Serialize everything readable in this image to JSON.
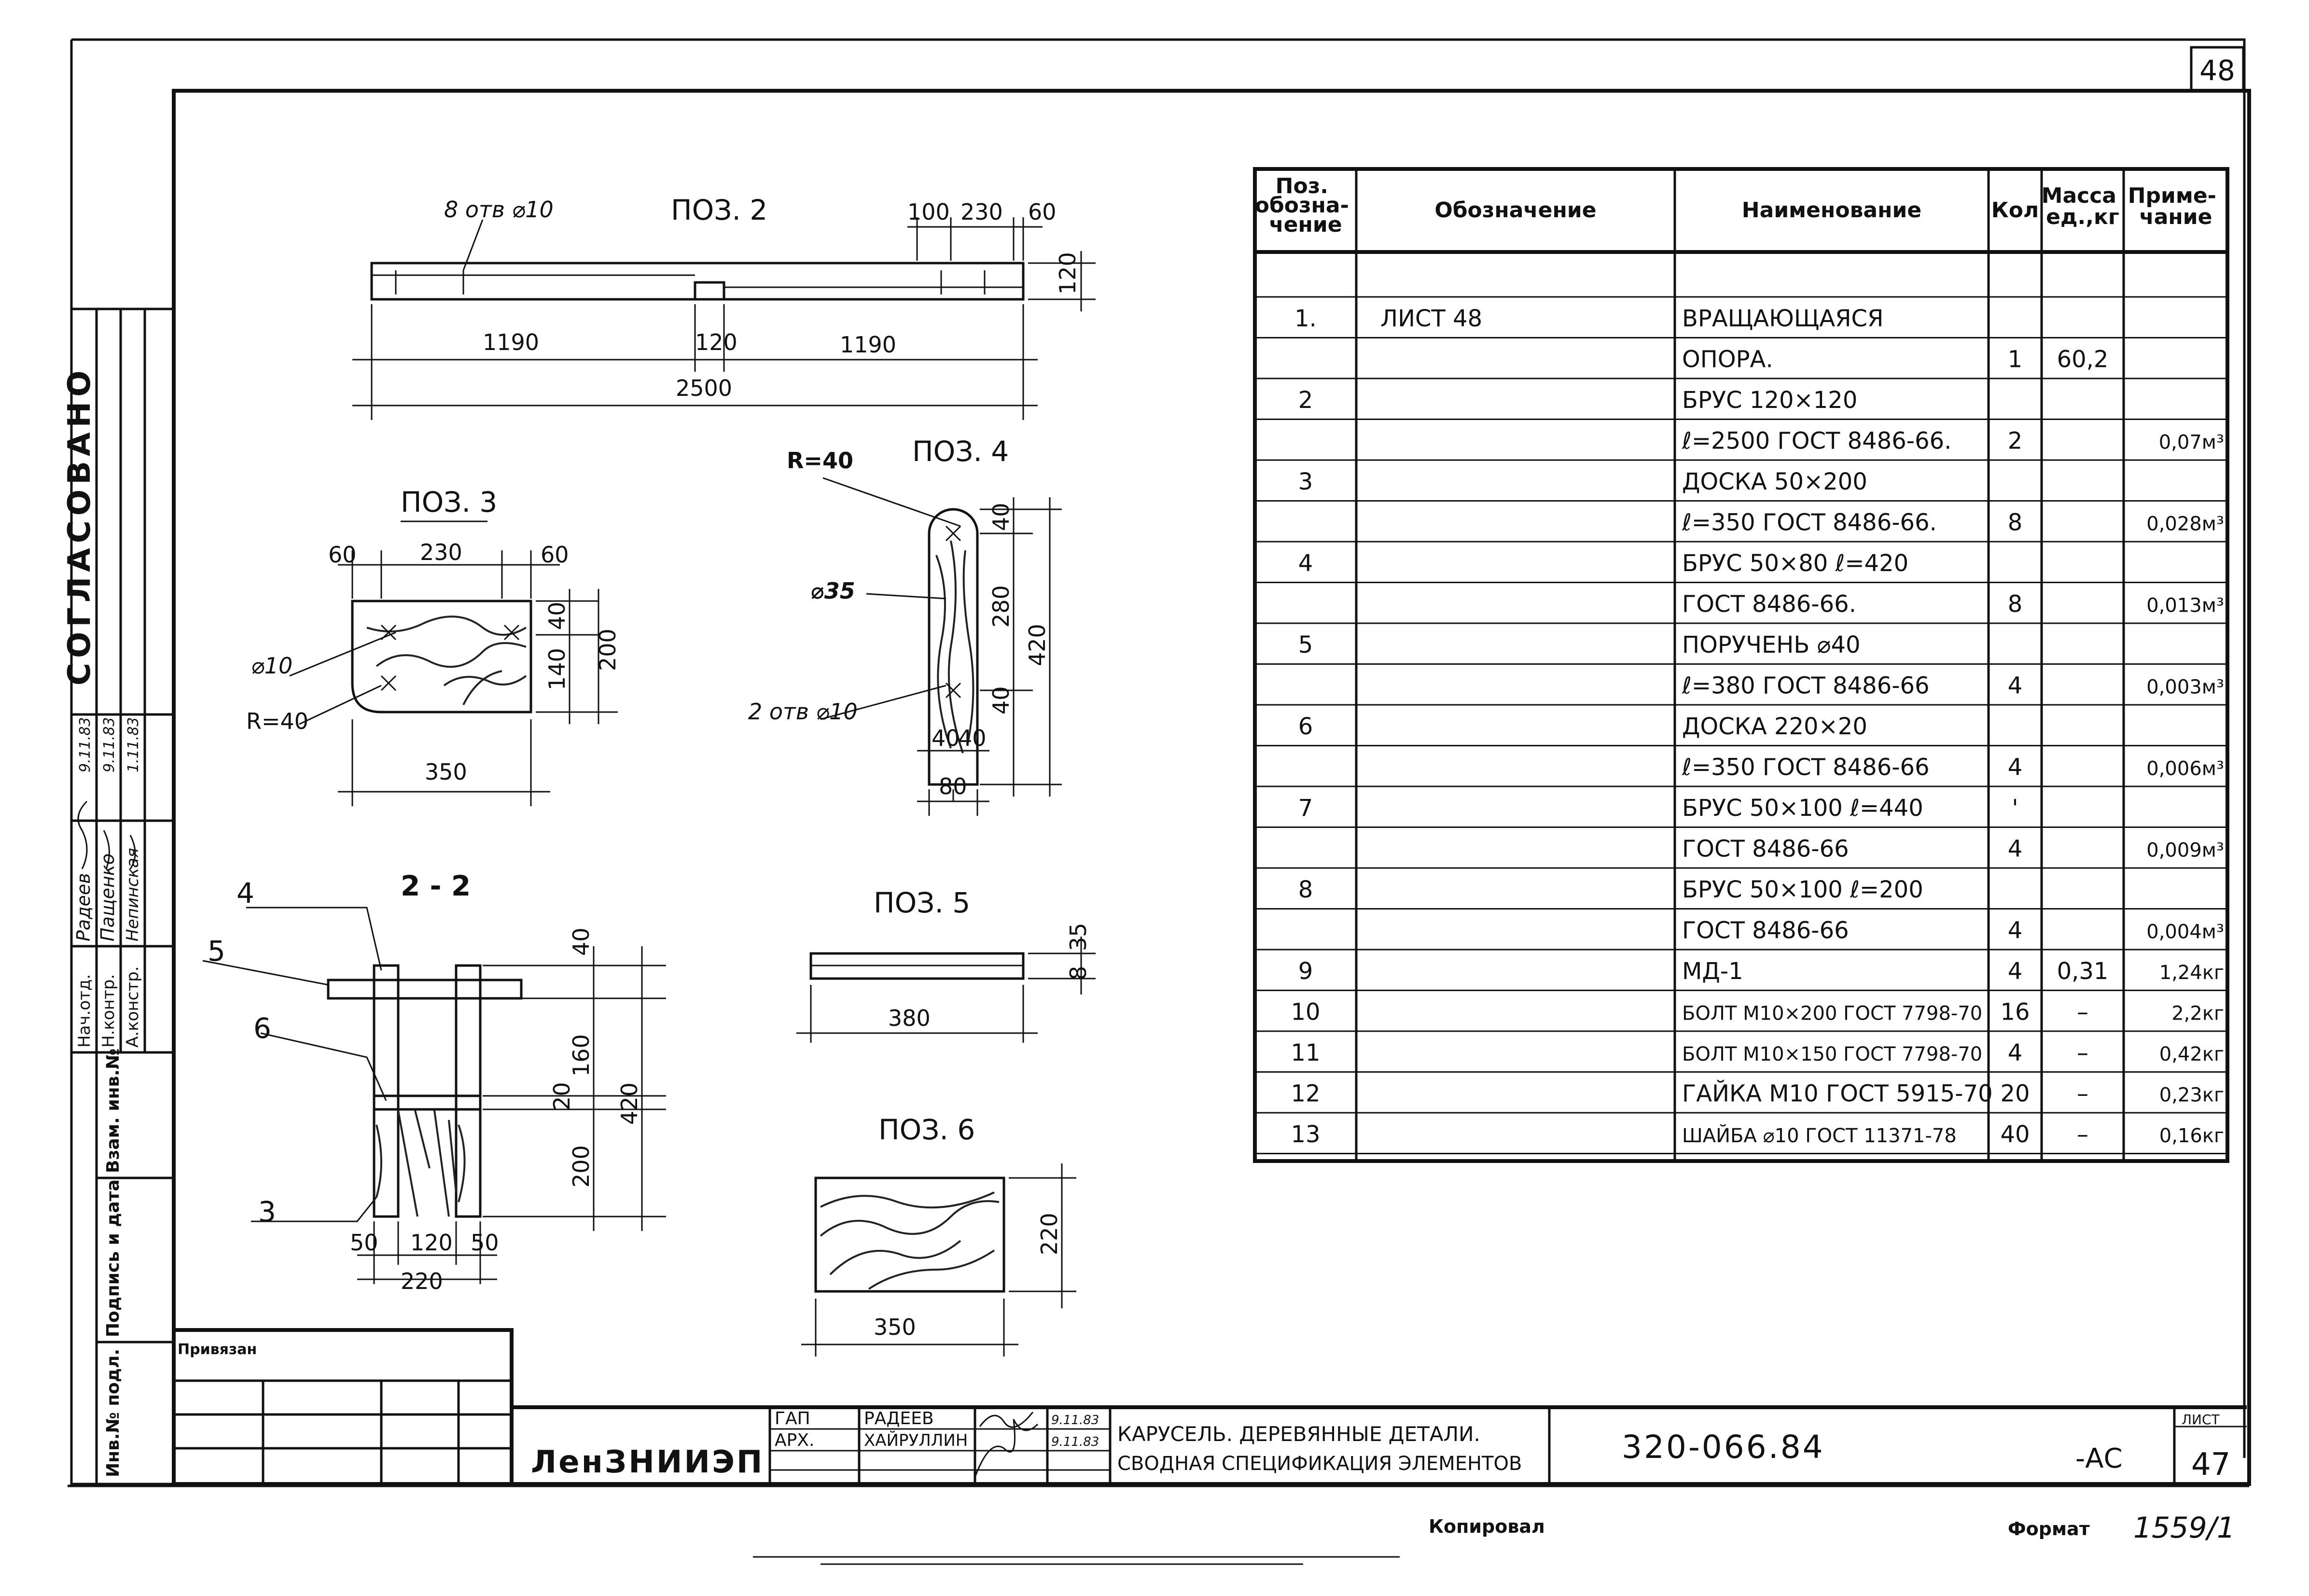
{
  "sheet": {
    "corner_number": "48",
    "sheet_number": "47",
    "sheet_label": "ЛИСТ",
    "stamp_left": "Копировал",
    "stamp_right": "Формат",
    "format_value": "1559/1"
  },
  "side_stamp": {
    "agreed": "СОГЛАСОВАНО",
    "rows": [
      {
        "role": "Нач.отд.",
        "name": "Радеев",
        "date": "9.11.83"
      },
      {
        "role": "Н.контр.",
        "name": "Пащенко",
        "date": "9.11.83"
      },
      {
        "role": "А.констр.",
        "name": "Непинская",
        "date": "1.11.83"
      }
    ],
    "cells": [
      "Взам. инв.№",
      "Подпись и дата",
      "Инв.№ подл."
    ]
  },
  "drawings": {
    "poz2": {
      "title": "ПОЗ. 2",
      "holes": "8 отв ⌀10",
      "dims": [
        "100",
        "230",
        "60",
        "120",
        "1190",
        "120",
        "1190",
        "2500"
      ]
    },
    "poz3": {
      "title": "ПОЗ. 3",
      "dims": [
        "60",
        "230",
        "60",
        "40",
        "140",
        "200",
        "350"
      ],
      "d": "⌀10",
      "r": "R=40"
    },
    "poz4": {
      "title": "ПОЗ. 4",
      "r": "R=40",
      "d": "⌀35",
      "holes": "2 отв ⌀10",
      "dims": [
        "40",
        "280",
        "420",
        "40",
        "40",
        "40",
        "80"
      ]
    },
    "sec22": {
      "title": "2 - 2",
      "callouts": [
        "4",
        "5",
        "6",
        "3"
      ],
      "dims": [
        "40",
        "160",
        "20",
        "200",
        "420",
        "50",
        "120",
        "50",
        "220"
      ]
    },
    "poz5": {
      "title": "ПОЗ. 5",
      "dims": [
        "35",
        "8",
        "380"
      ]
    },
    "poz6": {
      "title": "ПОЗ. 6",
      "dims": [
        "220",
        "350"
      ]
    }
  },
  "spec_table": {
    "headers": [
      "Поз. обозна- чение",
      "Обозначение",
      "Наименование",
      "Кол",
      "Масса ед.,кг",
      "Приме- чание"
    ],
    "rows": [
      {
        "pos": "1.",
        "designation": "ЛИСТ 48",
        "name": "ВРАЩАЮЩАЯСЯ",
        "qty": "",
        "mass": "",
        "note": ""
      },
      {
        "pos": "",
        "designation": "",
        "name": "ОПОРА.",
        "qty": "1",
        "mass": "60,2",
        "note": ""
      },
      {
        "pos": "2",
        "designation": "",
        "name": "БРУС 120×120",
        "qty": "",
        "mass": "",
        "note": ""
      },
      {
        "pos": "",
        "designation": "",
        "name": "ℓ=2500 ГОСТ 8486-66.",
        "qty": "2",
        "mass": "",
        "note": "0,07м³"
      },
      {
        "pos": "3",
        "designation": "",
        "name": "ДОСКА 50×200",
        "qty": "",
        "mass": "",
        "note": ""
      },
      {
        "pos": "",
        "designation": "",
        "name": "ℓ=350 ГОСТ 8486-66.",
        "qty": "8",
        "mass": "",
        "note": "0,028м³"
      },
      {
        "pos": "4",
        "designation": "",
        "name": "БРУС 50×80 ℓ=420",
        "qty": "",
        "mass": "",
        "note": ""
      },
      {
        "pos": "",
        "designation": "",
        "name": "ГОСТ 8486-66.",
        "qty": "8",
        "mass": "",
        "note": "0,013м³"
      },
      {
        "pos": "5",
        "designation": "",
        "name": "ПОРУЧЕНЬ ⌀40",
        "qty": "",
        "mass": "",
        "note": ""
      },
      {
        "pos": "",
        "designation": "",
        "name": "ℓ=380 ГОСТ 8486-66",
        "qty": "4",
        "mass": "",
        "note": "0,003м³"
      },
      {
        "pos": "6",
        "designation": "",
        "name": "ДОСКА 220×20",
        "qty": "",
        "mass": "",
        "note": ""
      },
      {
        "pos": "",
        "designation": "",
        "name": "ℓ=350 ГОСТ 8486-66",
        "qty": "4",
        "mass": "",
        "note": "0,006м³"
      },
      {
        "pos": "7",
        "designation": "",
        "name": "БРУС 50×100 ℓ=440",
        "qty": "'",
        "mass": "",
        "note": ""
      },
      {
        "pos": "",
        "designation": "",
        "name": "ГОСТ 8486-66",
        "qty": "4",
        "mass": "",
        "note": "0,009м³"
      },
      {
        "pos": "8",
        "designation": "",
        "name": "БРУС 50×100 ℓ=200",
        "qty": "",
        "mass": "",
        "note": ""
      },
      {
        "pos": "",
        "designation": "",
        "name": "ГОСТ 8486-66",
        "qty": "4",
        "mass": "",
        "note": "0,004м³"
      },
      {
        "pos": "9",
        "designation": "",
        "name": "МД-1",
        "qty": "4",
        "mass": "0,31",
        "note": "1,24кг"
      },
      {
        "pos": "10",
        "designation": "",
        "name": "БОЛТ М10×200 ГОСТ 7798-70",
        "qty": "16",
        "mass": "–",
        "note": "2,2кг"
      },
      {
        "pos": "11",
        "designation": "",
        "name": "БОЛТ М10×150 ГОСТ 7798-70",
        "qty": "4",
        "mass": "–",
        "note": "0,42кг"
      },
      {
        "pos": "12",
        "designation": "",
        "name": "ГАЙКА М10 ГОСТ 5915-70",
        "qty": "20",
        "mass": "–",
        "note": "0,23кг"
      },
      {
        "pos": "13",
        "designation": "",
        "name": "ШАЙБА ⌀10 ГОСТ 11371-78",
        "qty": "40",
        "mass": "–",
        "note": "0,16кг"
      }
    ]
  },
  "title_block": {
    "attached": "Привязан",
    "org": "ЛенЗНИИЭП",
    "staff": [
      {
        "role": "ГАП",
        "name": "РАДЕЕВ",
        "date": "9.11.83"
      },
      {
        "role": "АРХ.",
        "name": "ХАЙРУЛЛИН",
        "date": "9.11.83"
      }
    ],
    "title_line1": "КАРУСЕЛЬ. ДЕРЕВЯННЫЕ ДЕТАЛИ.",
    "title_line2": "СВОДНАЯ СПЕЦИФИКАЦИЯ ЭЛЕМЕНТОВ",
    "code": "320-066.84",
    "suffix": "-АС"
  }
}
